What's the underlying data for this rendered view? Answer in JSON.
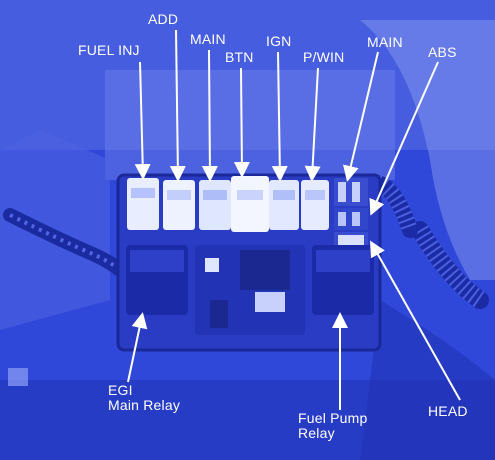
{
  "labels": {
    "fuel_inj": "FUEL INJ",
    "add": "ADD",
    "main_left": "MAIN",
    "btn": "BTN",
    "ign": "IGN",
    "pwin": "P/WIN",
    "main_right": "MAIN",
    "abs": "ABS",
    "egi_line1": "EGI",
    "egi_line2": "Main Relay",
    "fuel_pump_line1": "Fuel Pump",
    "fuel_pump_line2": "Relay",
    "head": "HEAD"
  },
  "colors": {
    "background": "#2f45d8",
    "label_text": "#ffffff",
    "pointer": "#ffffff"
  }
}
